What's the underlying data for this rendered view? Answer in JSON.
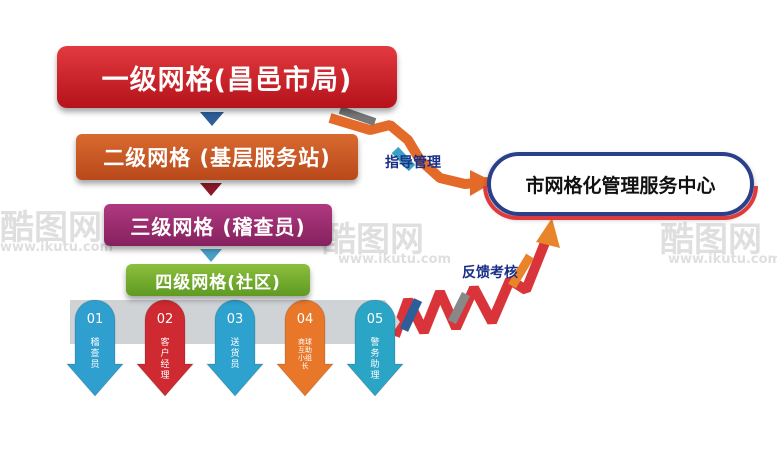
{
  "levels": {
    "l1": "一级网格(昌邑市局)",
    "l2": "二级网格 (基层服务站)",
    "l3": "三级网格 (稽查员)",
    "l4": "四级网格(社区)"
  },
  "center": "市网格化管理服务中心",
  "flows": {
    "down": "指导管理",
    "up": "反馈考核"
  },
  "members": [
    {
      "num": "01",
      "label": "稽查员",
      "color": "#2f9fcf"
    },
    {
      "num": "02",
      "label": "客户经理",
      "color": "#cf2a31"
    },
    {
      "num": "03",
      "label": "送货员",
      "color": "#2ea2cf"
    },
    {
      "num": "04",
      "label": "商球互助小组长",
      "color": "#e8772a"
    },
    {
      "num": "05",
      "label": "警务助理",
      "color": "#2aa5c6"
    }
  ],
  "watermark": {
    "brand": "酷图网",
    "url": "www.ikutu.com"
  }
}
